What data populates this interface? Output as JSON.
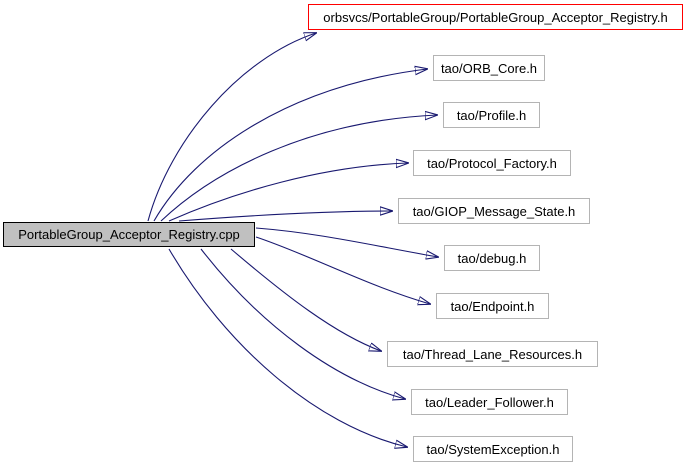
{
  "graph": {
    "source": {
      "label": "PortableGroup_Acceptor_Registry.cpp"
    },
    "includes": [
      {
        "label": "orbsvcs/PortableGroup/PortableGroup_Acceptor_Registry.h",
        "highlighted": true
      },
      {
        "label": "tao/ORB_Core.h",
        "highlighted": false
      },
      {
        "label": "tao/Profile.h",
        "highlighted": false
      },
      {
        "label": "tao/Protocol_Factory.h",
        "highlighted": false
      },
      {
        "label": "tao/GIOP_Message_State.h",
        "highlighted": false
      },
      {
        "label": "tao/debug.h",
        "highlighted": false
      },
      {
        "label": "tao/Endpoint.h",
        "highlighted": false
      },
      {
        "label": "tao/Thread_Lane_Resources.h",
        "highlighted": false
      },
      {
        "label": "tao/Leader_Follower.h",
        "highlighted": false
      },
      {
        "label": "tao/SystemException.h",
        "highlighted": false
      }
    ],
    "colors": {
      "edge": "#191970",
      "highlight_border": "#ff0000",
      "source_fill": "#c0c0c0",
      "node_border": "#b4b4b4",
      "background": "#ffffff"
    }
  }
}
